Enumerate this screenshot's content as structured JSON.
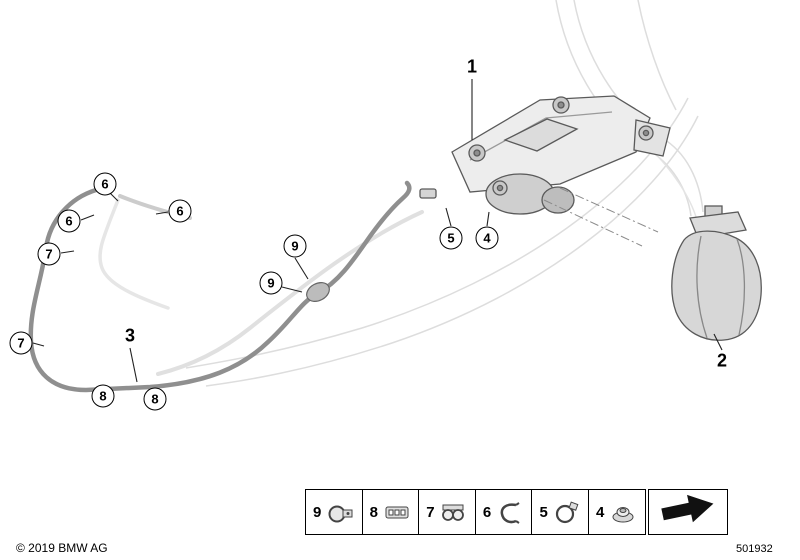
{
  "meta": {
    "copyright": "© 2019 BMW AG",
    "diagram_id": "501932"
  },
  "callouts": {
    "plain": [
      {
        "label": "1"
      },
      {
        "label": "2"
      },
      {
        "label": "3"
      }
    ],
    "circled": [
      {
        "label": "6"
      },
      {
        "label": "6"
      },
      {
        "label": "6"
      },
      {
        "label": "7"
      },
      {
        "label": "7"
      },
      {
        "label": "8"
      },
      {
        "label": "8"
      },
      {
        "label": "9"
      },
      {
        "label": "9"
      },
      {
        "label": "5"
      },
      {
        "label": "4"
      }
    ]
  },
  "legend": {
    "items": [
      {
        "label": "9",
        "icon": "pipe-clamp-icon"
      },
      {
        "label": "8",
        "icon": "line-holder-icon"
      },
      {
        "label": "7",
        "icon": "double-line-clip-icon"
      },
      {
        "label": "6",
        "icon": "spring-clip-icon"
      },
      {
        "label": "5",
        "icon": "hose-clamp-icon"
      },
      {
        "label": "4",
        "icon": "dome-nut-icon"
      }
    ],
    "direction_icon": "direction-arrow-icon"
  }
}
